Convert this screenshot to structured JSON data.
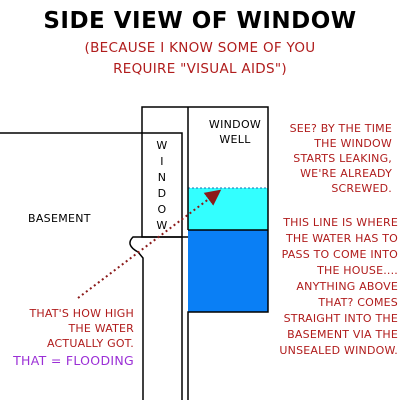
{
  "title": "SIDE VIEW OF WINDOW",
  "subtitle": {
    "line1": "(BECAUSE I KNOW SOME OF YOU",
    "line2": "REQUIRE \"VISUAL AIDS\")"
  },
  "labels": {
    "window_well": [
      "WINDOW",
      "WELL"
    ],
    "window_letters": [
      "W",
      "I",
      "N",
      "D",
      "O",
      "W"
    ],
    "basement": "BASEMENT"
  },
  "notes": {
    "see": [
      "SEE?  BY THE TIME",
      "THE WINDOW",
      "STARTS LEAKING,",
      "WE'RE ALREADY",
      "SCREWED."
    ],
    "line": [
      "THIS LINE IS WHERE",
      "THE WATER HAS TO",
      "PASS TO COME INTO",
      "THE HOUSE....",
      "ANYTHING ABOVE",
      "THAT? COMES",
      "STRAIGHT INTO THE",
      "BASEMENT VIA THE",
      "UNSEALED WINDOW."
    ],
    "high": [
      "THAT'S HOW HIGH",
      "THE WATER",
      "ACTUALLY GOT."
    ],
    "flooding": "THAT = FLOODING"
  },
  "colors": {
    "water_light": "#33ffff",
    "water_dark": "#0a7ff5",
    "annotation_red": "#b01c1c",
    "flooding_purple": "#9b2fd6",
    "arrow": "#8b1a1a"
  }
}
